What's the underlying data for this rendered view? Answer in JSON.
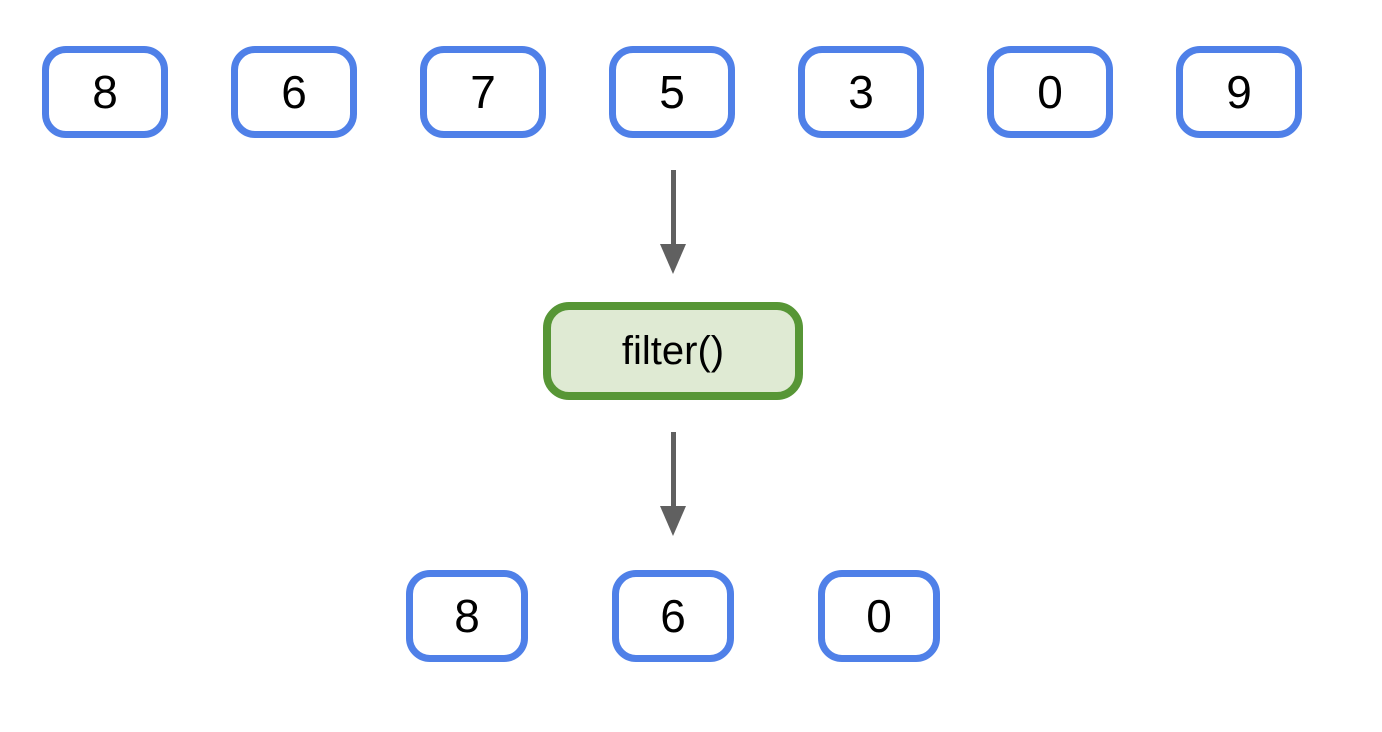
{
  "diagram": {
    "title_hint": "filter operation on a list of numbers",
    "input_values": [
      "8",
      "6",
      "7",
      "5",
      "3",
      "0",
      "9"
    ],
    "function_label": "filter()",
    "output_values": [
      "8",
      "6",
      "0"
    ],
    "colors": {
      "background": "#ffffff",
      "value_box_border": "#4f80e8",
      "value_box_fill": "#ffffff",
      "function_box_border": "#579636",
      "function_box_fill": "#dfead3",
      "arrow": "#606060",
      "text": "#000000"
    }
  }
}
